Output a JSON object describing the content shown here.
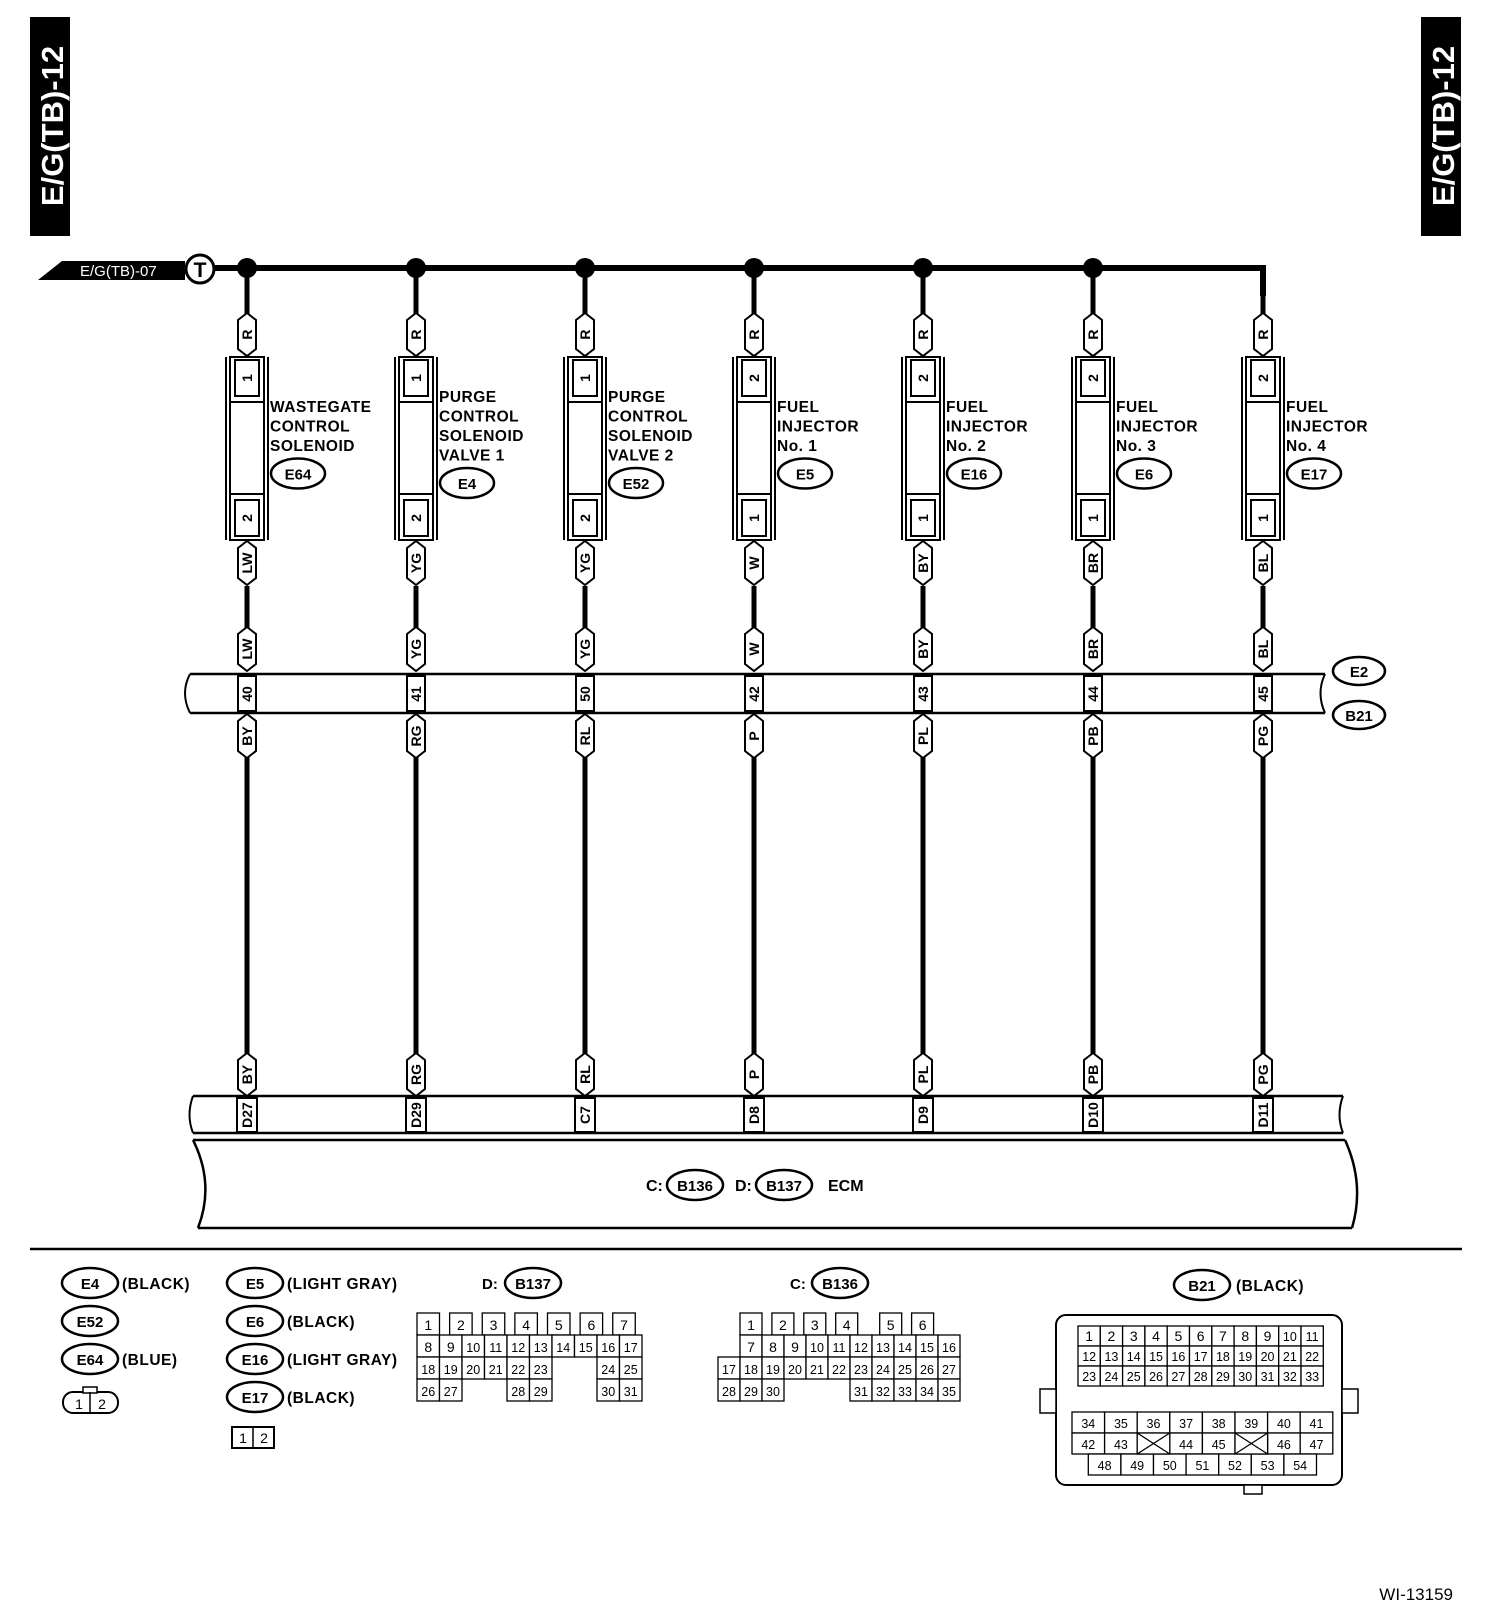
{
  "page_id_left": "E/G(TB)-12",
  "page_id_right": "E/G(TB)-12",
  "source_ref": "E/G(TB)-07",
  "source_terminal": "T",
  "figure_id": "WI-13159",
  "circuits": [
    {
      "component_lines": [
        "WASTEGATE",
        "CONTROL",
        "SOLENOID"
      ],
      "connector": "E64",
      "top_wire": "R",
      "pin_top": "1",
      "pin_bottom": "2",
      "wire_mid": "LW",
      "e2_wire": "LW",
      "e2_pin": "40",
      "b21_wire": "BY",
      "ecm_wire": "BY",
      "ecm_pin": "D27"
    },
    {
      "component_lines": [
        "PURGE",
        "CONTROL",
        "SOLENOID",
        "VALVE 1"
      ],
      "connector": "E4",
      "top_wire": "R",
      "pin_top": "1",
      "pin_bottom": "2",
      "wire_mid": "YG",
      "e2_wire": "YG",
      "e2_pin": "41",
      "b21_wire": "RG",
      "ecm_wire": "RG",
      "ecm_pin": "D29"
    },
    {
      "component_lines": [
        "PURGE",
        "CONTROL",
        "SOLENOID",
        "VALVE 2"
      ],
      "connector": "E52",
      "top_wire": "R",
      "pin_top": "1",
      "pin_bottom": "2",
      "wire_mid": "YG",
      "e2_wire": "YG",
      "e2_pin": "50",
      "b21_wire": "RL",
      "ecm_wire": "RL",
      "ecm_pin": "C7"
    },
    {
      "component_lines": [
        "FUEL",
        "INJECTOR",
        "No. 1"
      ],
      "connector": "E5",
      "top_wire": "R",
      "pin_top": "2",
      "pin_bottom": "1",
      "wire_mid": "W",
      "e2_wire": "W",
      "e2_pin": "42",
      "b21_wire": "P",
      "ecm_wire": "P",
      "ecm_pin": "D8"
    },
    {
      "component_lines": [
        "FUEL",
        "INJECTOR",
        "No. 2"
      ],
      "connector": "E16",
      "top_wire": "R",
      "pin_top": "2",
      "pin_bottom": "1",
      "wire_mid": "BY",
      "e2_wire": "BY",
      "e2_pin": "43",
      "b21_wire": "PL",
      "ecm_wire": "PL",
      "ecm_pin": "D9"
    },
    {
      "component_lines": [
        "FUEL",
        "INJECTOR",
        "No. 3"
      ],
      "connector": "E6",
      "top_wire": "R",
      "pin_top": "2",
      "pin_bottom": "1",
      "wire_mid": "BR",
      "e2_wire": "BR",
      "e2_pin": "44",
      "b21_wire": "PB",
      "ecm_wire": "PB",
      "ecm_pin": "D10"
    },
    {
      "component_lines": [
        "FUEL",
        "INJECTOR",
        "No. 4"
      ],
      "connector": "E17",
      "top_wire": "R",
      "pin_top": "2",
      "pin_bottom": "1",
      "wire_mid": "BL",
      "e2_wire": "BL",
      "e2_pin": "45",
      "b21_wire": "PG",
      "ecm_wire": "PG",
      "ecm_pin": "D11"
    }
  ],
  "joint_connectors": {
    "upper": "E2",
    "lower": "B21"
  },
  "ecm": {
    "c_prefix": "C:",
    "c_connector": "B136",
    "d_prefix": "D:",
    "d_connector": "B137",
    "label": "ECM"
  },
  "legend": {
    "group1": [
      {
        "connector": "E4",
        "color": "(BLACK)"
      },
      {
        "connector": "E52",
        "color": ""
      },
      {
        "connector": "E64",
        "color": "(BLUE)"
      }
    ],
    "group1_pins": [
      "1",
      "2"
    ],
    "group2": [
      {
        "connector": "E5",
        "color": "(LIGHT GRAY)"
      },
      {
        "connector": "E6",
        "color": "(BLACK)"
      },
      {
        "connector": "E16",
        "color": "(LIGHT GRAY)"
      },
      {
        "connector": "E17",
        "color": "(BLACK)"
      }
    ],
    "group2_pins": [
      "1",
      "2"
    ],
    "b137": {
      "prefix": "D:",
      "connector": "B137",
      "rows": [
        [
          "1",
          "2",
          "3",
          "4",
          "5",
          "6",
          "7"
        ],
        [
          "8",
          "9",
          "10",
          "11",
          "12",
          "13",
          "14",
          "15",
          "16",
          "17"
        ],
        [
          "18",
          "19",
          "20",
          "21",
          "22",
          "23",
          "24",
          "25"
        ],
        [
          "26",
          "27",
          "28",
          "29",
          "30",
          "31"
        ]
      ]
    },
    "b136": {
      "prefix": "C:",
      "connector": "B136",
      "rows": [
        [
          "1",
          "2",
          "3",
          "4",
          "5",
          "6"
        ],
        [
          "7",
          "8",
          "9",
          "10",
          "11",
          "12",
          "13",
          "14",
          "15",
          "16"
        ],
        [
          "17",
          "18",
          "19",
          "20",
          "21",
          "22",
          "23",
          "24",
          "25",
          "26",
          "27"
        ],
        [
          "28",
          "29",
          "30",
          "31",
          "32",
          "33",
          "34",
          "35"
        ]
      ]
    },
    "b21": {
      "connector": "B21",
      "color": "(BLACK)",
      "rows": [
        [
          "1",
          "2",
          "3",
          "4",
          "5",
          "6",
          "7",
          "8",
          "9",
          "10",
          "11"
        ],
        [
          "12",
          "13",
          "14",
          "15",
          "16",
          "17",
          "18",
          "19",
          "20",
          "21",
          "22"
        ],
        [
          "23",
          "24",
          "25",
          "26",
          "27",
          "28",
          "29",
          "30",
          "31",
          "32",
          "33"
        ],
        [
          "34",
          "35",
          "36",
          "37",
          "38",
          "39",
          "40",
          "41"
        ],
        [
          "42",
          "43",
          "44",
          "45",
          "46",
          "47"
        ],
        [
          "48",
          "49",
          "50",
          "51",
          "52",
          "53",
          "54"
        ]
      ]
    }
  }
}
